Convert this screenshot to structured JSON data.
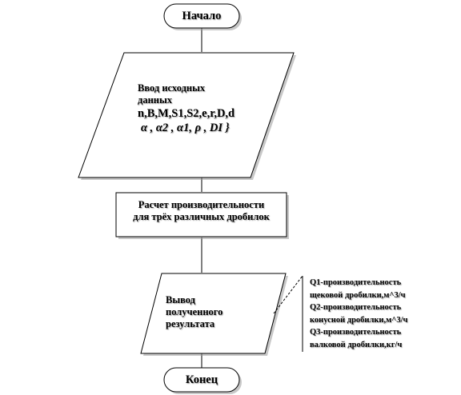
{
  "start": {
    "label": "Начало"
  },
  "input": {
    "lines": [
      "Ввод исходных",
      "данных"
    ],
    "params": "n,B,M,S1,S2,e,r,D,d",
    "greek": "α , α2 , α1, ρ , DI }"
  },
  "process": {
    "lines": [
      "Расчет производительности",
      "для трёх различных дробилок"
    ]
  },
  "output": {
    "lines": [
      "Вывод",
      "полученного",
      "результата"
    ]
  },
  "annotation": {
    "lines": [
      "Q1-производительность",
      "щековой дробилки,м^3/ч",
      "Q2-производительность",
      "конусной дробилки,м^3/ч",
      "Q3-производительность",
      "валковой дробилки,кг/ч"
    ]
  },
  "end": {
    "label": "Конец"
  }
}
